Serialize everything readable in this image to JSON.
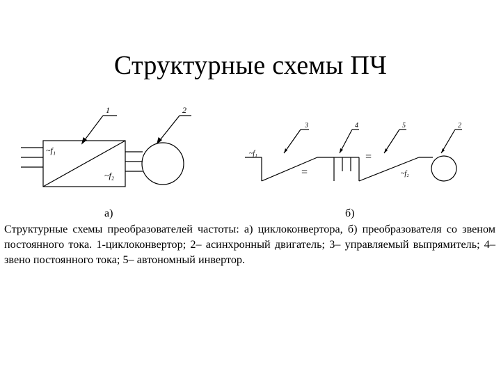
{
  "title": "Структурные схемы ПЧ",
  "diagram_a": {
    "callout_1": "1",
    "callout_2": "2",
    "input_label": "~f₁",
    "output_label": "~f₂"
  },
  "diagram_b": {
    "callout_3": "3",
    "callout_4": "4",
    "callout_5": "5",
    "callout_2": "2",
    "input_label": "~f₁",
    "output_label": "~f₂",
    "dc_symbol_1": "=",
    "dc_symbol_2": "=",
    "dc_symbol_3": "="
  },
  "label_a": "а)",
  "label_b": "б)",
  "caption": "Структурные схемы преобразователей частоты: а) циклоконвертора, б) преобразователя со звеном постоянного тока. 1-циклоконвертор; 2– асинхронный двигатель; 3– управляемый выпрямитель; 4– звено постоянного тока; 5– автономный инвертор."
}
